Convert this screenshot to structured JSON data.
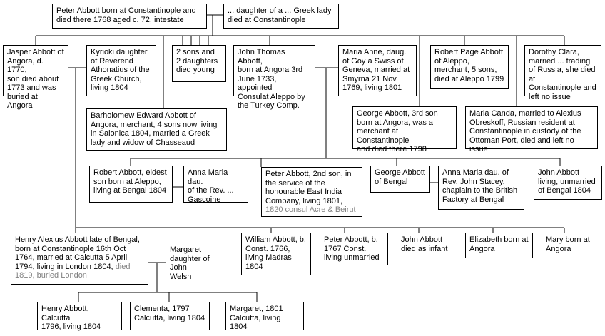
{
  "people": {
    "peter_sr": "Peter Abbott born at Constantinople and\ndied there 1768 aged c. 72, intestate",
    "greek_lady": "... daughter of a ... Greek lady\ndied at Constantinople",
    "jasper": "Jasper Abbott of\nAngora, d. 1770,\nson died about\n1773 and was\nburied at Angora",
    "kyrioki": "Kyrioki daughter\nof Reverend\nAthonatius of the\nGreek Church,\nliving 1804",
    "sons_daughters": "2 sons and\n2 daughters\ndied young",
    "john_thomas": "John Thomas Abbott,\nborn at Angora 3rd\nJune 1733, appointed\nConsulat Aleppo by\nthe Turkey Comp.",
    "maria_anne": "Maria Anne, daug.\nof Goy a Swiss of\nGeneva, married at\nSmyrna 21 Nov\n1769, living 1801",
    "robert_page": "Robert Page Abbott\nof Aleppo,\nmerchant, 5 sons,\ndied at Aleppo 1799",
    "dorothy": "Dorothy Clara,\nmarried ... trading\nof Russia, she died at\nConstantinople and\nleft no issue",
    "bartholomew": "Barholomew Edward Abbott of\nAngora, merchant, 4 sons now living\nin Salonica 1804, married a Greek\nlady and widow of Chasseaud",
    "george_3rd": "George Abbott, 3rd son\nborn at Angora, was a\nmerchant at Constantinople\nand died there 1798",
    "maria_canda": "Maria Canda, married to Alexius\nObreskoff, Russian resident at\nConstantinople in custody of the\nOttoman Port, died and left no issue",
    "robert_eldest": "Robert Abbott, eldest\nson born at Aleppo,\nliving at Bengal 1804",
    "anna_gascoine": "Anna Maria dau.\nof the Rev. ...\nGascoine",
    "peter_2nd": "Peter Abbott, 2nd son, in\nthe service of the\nhonourable East India\nCompany, living 1801,",
    "peter_2nd_grey": "1820 consul Acre & Beirut",
    "george_bengal": "George Abbott\nof Bengal",
    "anna_stacey": "Anna Maria dau. of\nRev. John Stacey,\nchaplain to the British\nFactory at Bengal",
    "john_living": "John Abbott\nliving, unmarried\nof Bengal 1804",
    "henry_alexius": "Henry Alexius Abbott late of Bengal,\nborn at Constantinople 16th Oct\n1764, married at Calcutta 5 April\n1794, living in London 1804,",
    "henry_alexius_grey1": "died",
    "henry_alexius_grey2": "1819, buried London",
    "margaret_welsh": "Margaret\ndaughter of John\nWelsh",
    "william": "William Abbott, b.\nConst. 1766,\nliving Madras\n1804",
    "peter_1767": "Peter Abbott, b.\n1767 Const.\nliving unmarried",
    "john_infant": "John Abbott\ndied as infant",
    "elizabeth": "Elizabeth born at\nAngora",
    "mary": "Mary born at\nAngora",
    "henry_calcutta": "Henry Abbott, Calcutta\n1796, living 1804",
    "clementa": "Clementa, 1797\nCalcutta, living 1804",
    "margaret_1801": "Margaret, 1801\nCalcutta, living 1804"
  }
}
